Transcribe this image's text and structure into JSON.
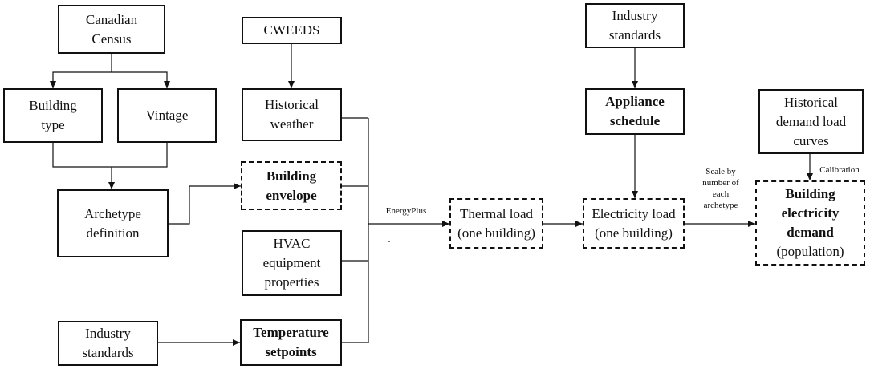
{
  "nodes": {
    "canadian_census": "Canadian\nCensus",
    "cweeds": "CWEEDS",
    "industry_standards_top": "Industry\nstandards",
    "building_type": "Building\ntype",
    "vintage": "Vintage",
    "historical_weather": "Historical\nweather",
    "appliance_schedule": "Appliance\nschedule",
    "historical_demand": "Historical\ndemand load\ncurves",
    "building_envelope": "Building\nenvelope",
    "archetype_definition": "Archetype\ndefinition",
    "thermal_load": "Thermal load\n(one building)",
    "electricity_load": "Electricity load\n(one building)",
    "building_electricity_demand_bold": "Building\nelectricity\ndemand",
    "building_electricity_demand_sub": "(population)",
    "hvac": "HVAC\nequipment\nproperties",
    "industry_standards_bottom": "Industry\nstandards",
    "temperature_setpoints": "Temperature\nsetpoints"
  },
  "edge_labels": {
    "energyplus": "EnergyPlus",
    "scale_by": "Scale by\nnumber of\neach\narchetype",
    "calibration": "Calibration"
  },
  "colors": {
    "line": "#111111",
    "background": "#ffffff"
  }
}
